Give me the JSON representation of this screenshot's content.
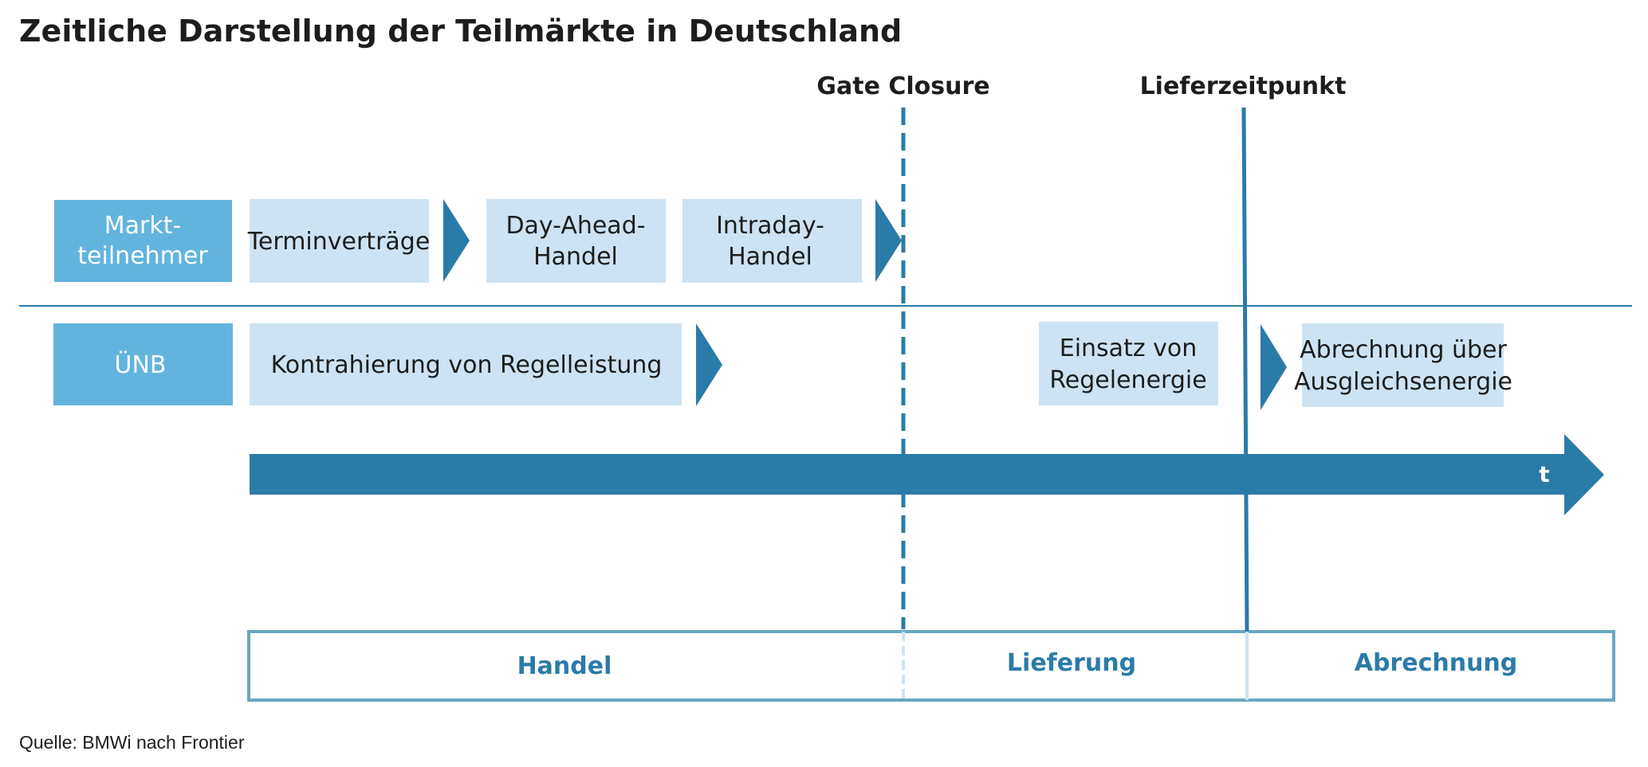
{
  "title": "Zeitliche Darstellung der Teilmärkte in Deutschland",
  "markers": {
    "gate_closure": "Gate Closure",
    "delivery_time": "Lieferzeitpunkt"
  },
  "rows": {
    "market_participants": {
      "label": [
        "Markt-",
        "teilnehmer"
      ],
      "boxes": [
        [
          "Terminverträge"
        ],
        [
          "Day-Ahead-",
          "Handel"
        ],
        [
          "Intraday-",
          "Handel"
        ]
      ]
    },
    "tso": {
      "label": [
        "ÜNB"
      ],
      "boxes": [
        [
          "Kontrahierung von Regelleistung"
        ],
        [
          "Einsatz von",
          "Regelenergie"
        ],
        [
          "Abrechnung über",
          "Ausgleichsenergie"
        ]
      ]
    }
  },
  "time_axis_label": "t",
  "phases": [
    "Handel",
    "Lieferung",
    "Abrechnung"
  ],
  "source": "Quelle: BMWi nach Frontier",
  "colors": {
    "row_label_fill": "#62b4de",
    "box_fill": "#cde3f3",
    "arrow": "#2b7ba8",
    "phase_border": "#6aa6c4",
    "phase_text": "#2b7ba8",
    "divider": "#2b7ba8",
    "text_dark": "#1d1d1b"
  }
}
